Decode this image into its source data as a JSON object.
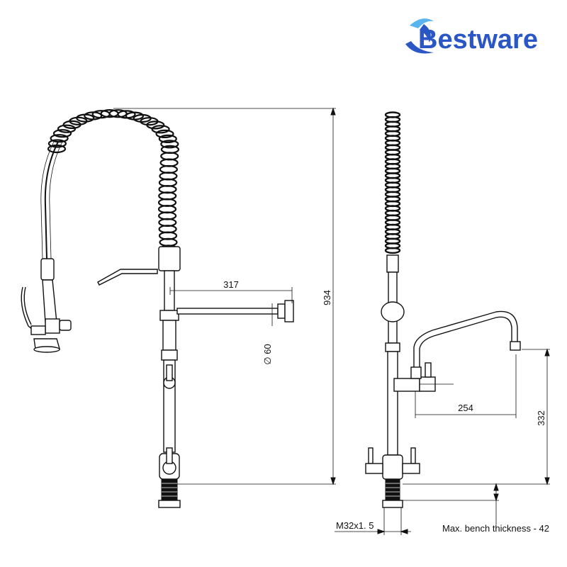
{
  "brand": {
    "logo_text": "Bestware",
    "colors": {
      "primary": "#2a56c6",
      "accent": "#5ab4f0",
      "line": "#111111"
    }
  },
  "dimensions": {
    "height_total": "934",
    "spout_reach": "317",
    "hose_diameter": "∅ 60",
    "faucet_reach": "254",
    "faucet_height": "332",
    "thread": "M32x1. 5",
    "bench_note": "Max. bench thickness - 42"
  }
}
